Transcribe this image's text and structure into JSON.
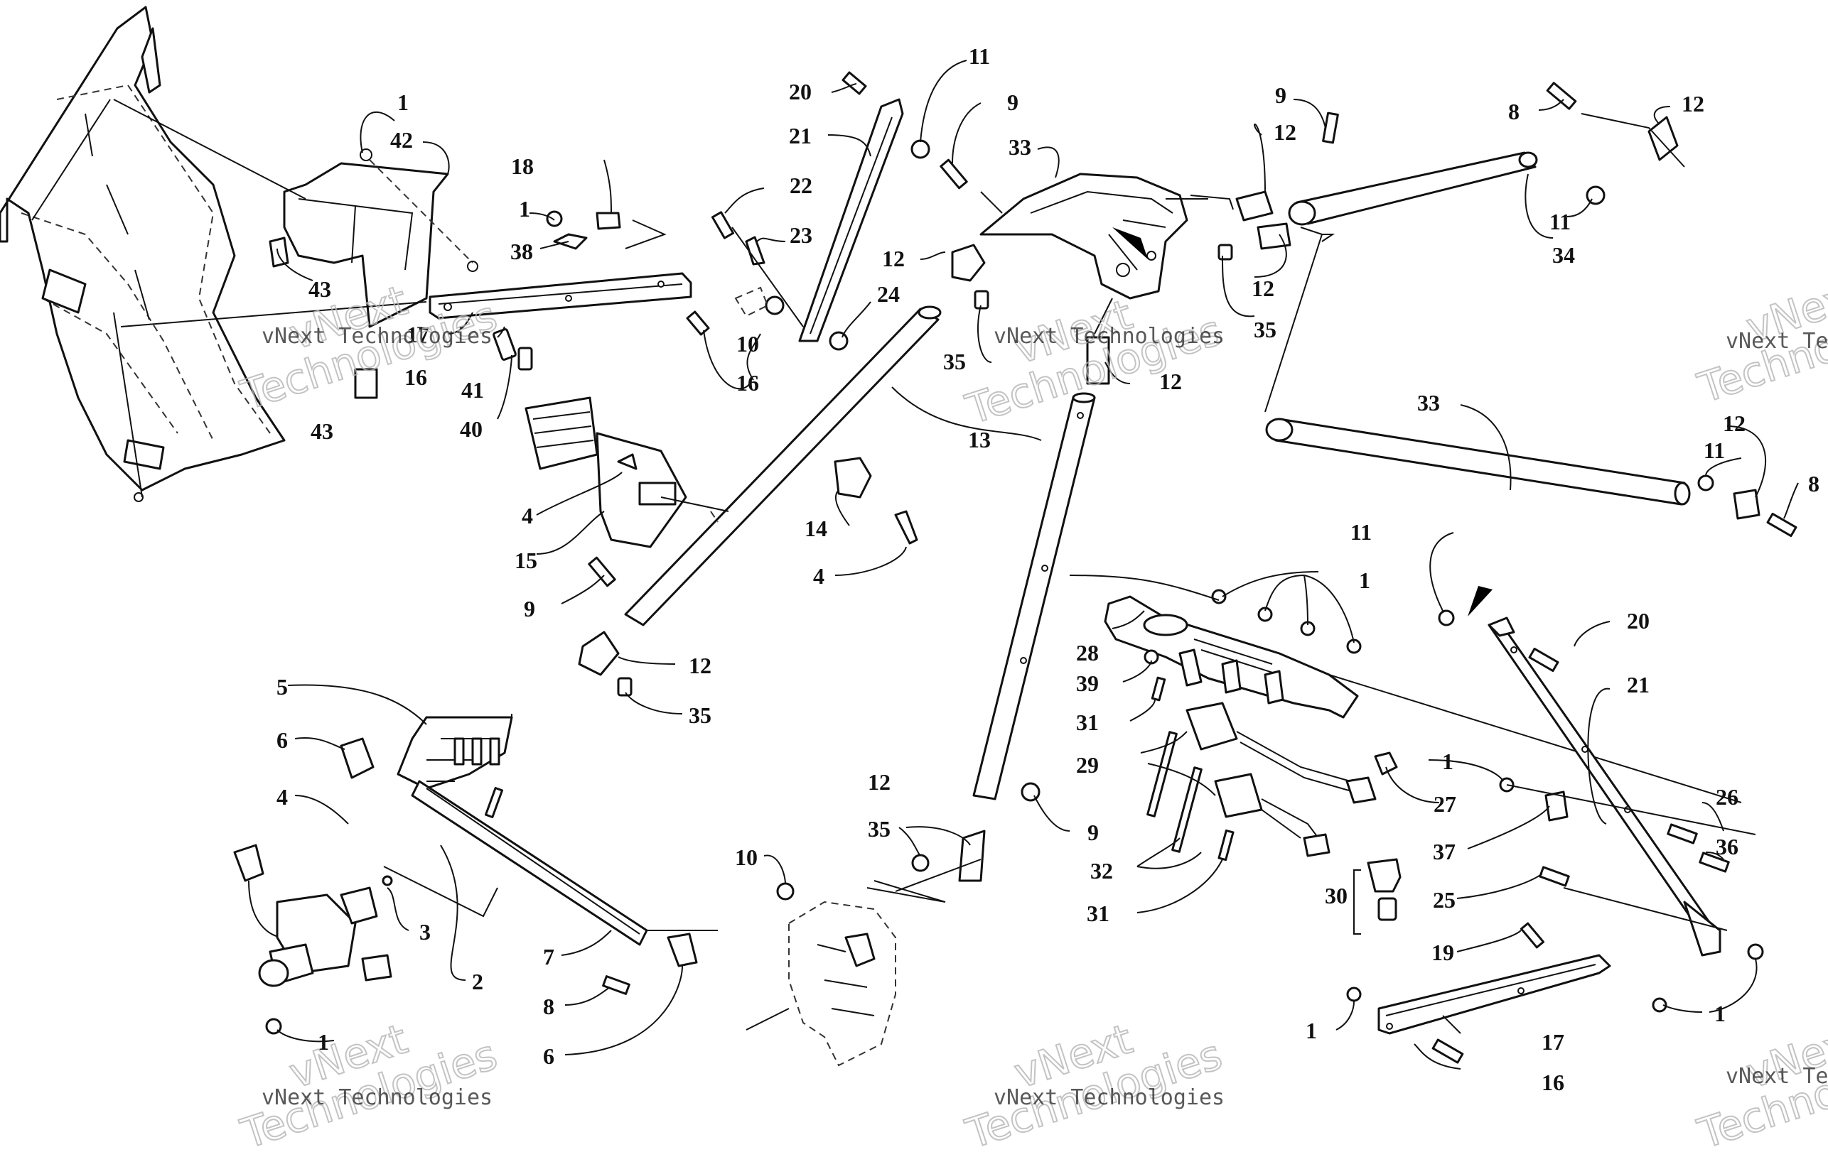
{
  "diagram": {
    "watermark_line1": "vNext",
    "watermark_line2": "Technologies",
    "watermark_small": "vNext Technologies",
    "callouts": [
      {
        "id": "c1",
        "label": "1"
      },
      {
        "id": "c2",
        "label": "42"
      },
      {
        "id": "c3",
        "label": "43"
      },
      {
        "id": "c4",
        "label": "17"
      },
      {
        "id": "c5",
        "label": "16"
      },
      {
        "id": "c6",
        "label": "43"
      },
      {
        "id": "c7",
        "label": "1"
      },
      {
        "id": "c8",
        "label": "38"
      },
      {
        "id": "c9",
        "label": "18"
      },
      {
        "id": "c10",
        "label": "41"
      },
      {
        "id": "c11",
        "label": "40"
      },
      {
        "id": "c12",
        "label": "10"
      },
      {
        "id": "c13",
        "label": "16"
      },
      {
        "id": "c14",
        "label": "20"
      },
      {
        "id": "c15",
        "label": "11"
      },
      {
        "id": "c16",
        "label": "21"
      },
      {
        "id": "c17",
        "label": "22"
      },
      {
        "id": "c18",
        "label": "23"
      },
      {
        "id": "c19",
        "label": "24"
      },
      {
        "id": "c20",
        "label": "9"
      },
      {
        "id": "c21",
        "label": "33"
      },
      {
        "id": "c22",
        "label": "12"
      },
      {
        "id": "c23",
        "label": "35"
      },
      {
        "id": "c24",
        "label": "13"
      },
      {
        "id": "c25",
        "label": "12"
      },
      {
        "id": "c26",
        "label": "9"
      },
      {
        "id": "c27",
        "label": "12"
      },
      {
        "id": "c28",
        "label": "12"
      },
      {
        "id": "c29",
        "label": "35"
      },
      {
        "id": "c30",
        "label": "8"
      },
      {
        "id": "c31",
        "label": "12"
      },
      {
        "id": "c32",
        "label": "11"
      },
      {
        "id": "c33",
        "label": "34"
      },
      {
        "id": "c34",
        "label": "33"
      },
      {
        "id": "c35",
        "label": "12"
      },
      {
        "id": "c36",
        "label": "11"
      },
      {
        "id": "c37",
        "label": "8"
      },
      {
        "id": "c38",
        "label": "4"
      },
      {
        "id": "c39",
        "label": "15"
      },
      {
        "id": "c40",
        "label": "9"
      },
      {
        "id": "c41",
        "label": "14"
      },
      {
        "id": "c42",
        "label": "4"
      },
      {
        "id": "c43",
        "label": "12"
      },
      {
        "id": "c44",
        "label": "35"
      },
      {
        "id": "c45",
        "label": "5"
      },
      {
        "id": "c46",
        "label": "6"
      },
      {
        "id": "c47",
        "label": "4"
      },
      {
        "id": "c48",
        "label": "3"
      },
      {
        "id": "c49",
        "label": "2"
      },
      {
        "id": "c50",
        "label": "7"
      },
      {
        "id": "c51",
        "label": "8"
      },
      {
        "id": "c52",
        "label": "6"
      },
      {
        "id": "c53",
        "label": "1"
      },
      {
        "id": "c54",
        "label": "10"
      },
      {
        "id": "c55",
        "label": "12"
      },
      {
        "id": "c56",
        "label": "35"
      },
      {
        "id": "c57",
        "label": "9"
      },
      {
        "id": "c58",
        "label": "11"
      },
      {
        "id": "c59",
        "label": "1"
      },
      {
        "id": "c60",
        "label": "28"
      },
      {
        "id": "c61",
        "label": "39"
      },
      {
        "id": "c62",
        "label": "31"
      },
      {
        "id": "c63",
        "label": "29"
      },
      {
        "id": "c64",
        "label": "27"
      },
      {
        "id": "c65",
        "label": "32"
      },
      {
        "id": "c66",
        "label": "31"
      },
      {
        "id": "c67",
        "label": "30"
      },
      {
        "id": "c68",
        "label": "20"
      },
      {
        "id": "c69",
        "label": "21"
      },
      {
        "id": "c70",
        "label": "1"
      },
      {
        "id": "c71",
        "label": "26"
      },
      {
        "id": "c72",
        "label": "37"
      },
      {
        "id": "c73",
        "label": "36"
      },
      {
        "id": "c74",
        "label": "25"
      },
      {
        "id": "c75",
        "label": "19"
      },
      {
        "id": "c76",
        "label": "1"
      },
      {
        "id": "c77",
        "label": "1"
      },
      {
        "id": "c78",
        "label": "17"
      },
      {
        "id": "c79",
        "label": "16"
      }
    ]
  }
}
